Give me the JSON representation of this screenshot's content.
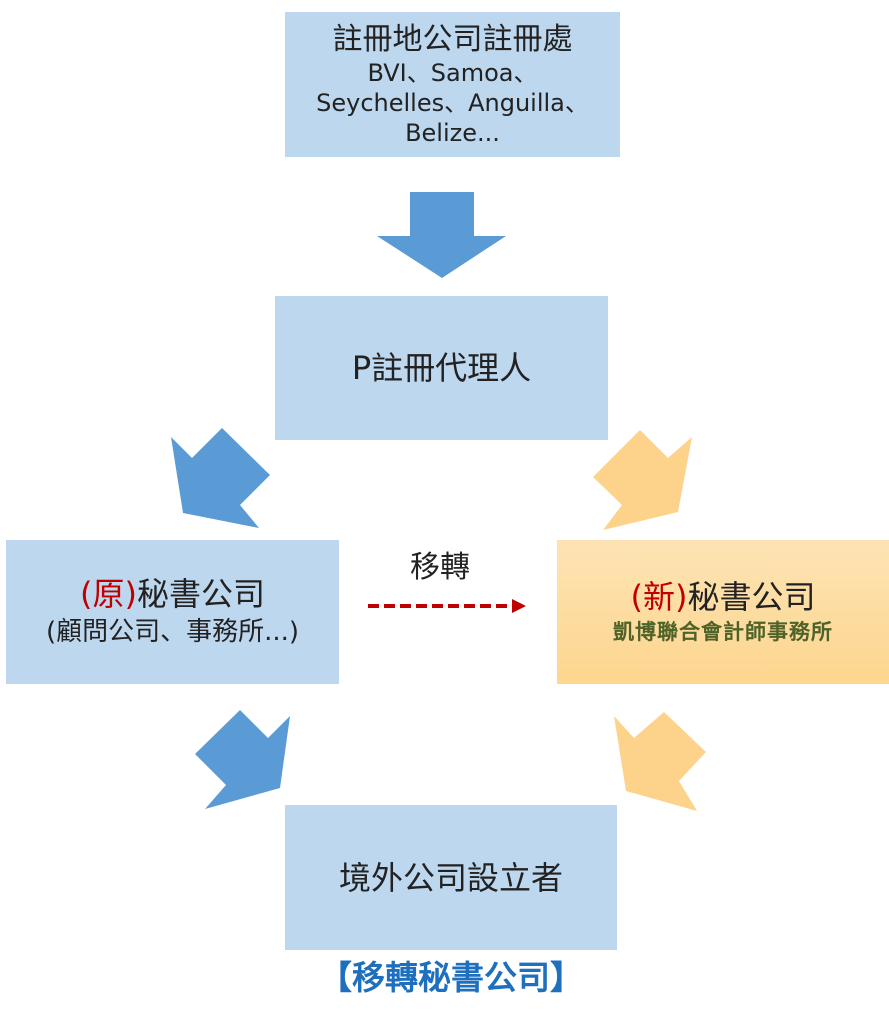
{
  "diagram": {
    "registry": {
      "title": "註冊地公司註冊處",
      "line1": "BVI、Samoa、",
      "line2": "Seychelles、Anguilla、",
      "line3": "Belize..."
    },
    "agent": {
      "title": "P註冊代理人"
    },
    "old_secretary": {
      "prefix": "(原)",
      "title": "秘書公司",
      "subtitle": "(顧問公司、事務所...)"
    },
    "new_secretary": {
      "prefix": "(新)",
      "title": "秘書公司",
      "subtitle": "凱博聯合會計師事務所"
    },
    "founder": {
      "title": "境外公司設立者"
    },
    "transfer_label": "移轉",
    "caption": "【移轉秘書公司】",
    "colors": {
      "blue_box": "#bdd7ee",
      "blue_arrow": "#5b9bd5",
      "orange_box": "#fdd68f",
      "orange_arrow": "#fdd28a",
      "red_text": "#c00000",
      "green_text": "#4f6228",
      "caption_blue": "#1f6fbf",
      "dashed_arrow": "#c00000"
    }
  }
}
